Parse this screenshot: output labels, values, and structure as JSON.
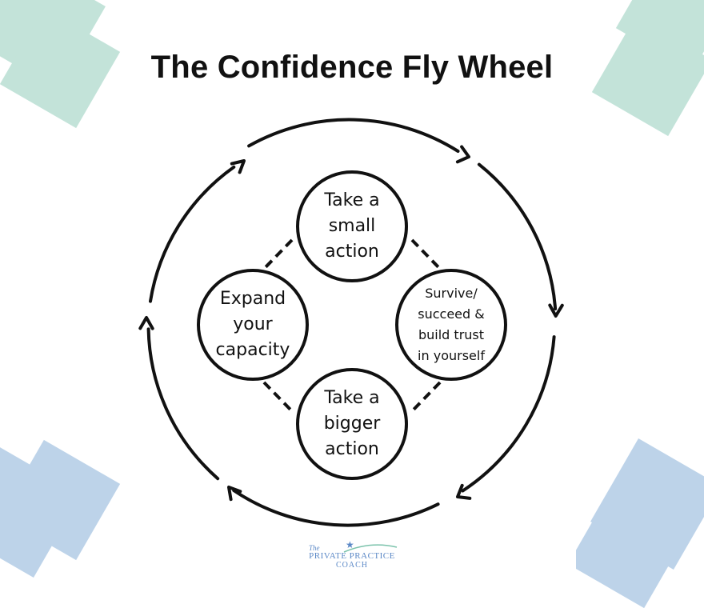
{
  "title": "The Confidence Fly Wheel",
  "steps": [
    {
      "label": "Take a\nsmall\naction"
    },
    {
      "label": "Survive/\nsucceed &\nbuild trust\nin yourself"
    },
    {
      "label": "Take a\nbigger\naction"
    },
    {
      "label": "Expand\nyour\ncapacity"
    }
  ],
  "logo": {
    "the": "The",
    "line1": "PRIVATE PRACTICE",
    "line2": "COACH"
  },
  "colors": {
    "ink": "#111111",
    "teal": "#7cc3ac",
    "blue": "#6f9fd0",
    "logo": "#5b88c6"
  }
}
